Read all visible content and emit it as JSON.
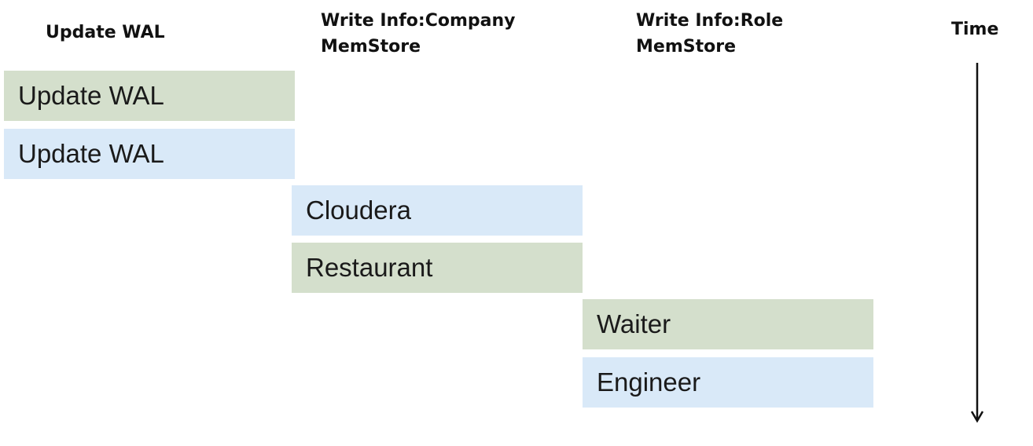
{
  "colors": {
    "green": "#d4dfcc",
    "blue": "#d9e9f8",
    "text": "#1a1a1a",
    "arrow": "#111111"
  },
  "headers": {
    "wal": "Update WAL",
    "company": "Write Info:Company\nMemStore",
    "role": "Write Info:Role\nMemStore",
    "time": "Time"
  },
  "blocks": [
    {
      "label": "Update WAL",
      "column": "wal",
      "color": "green"
    },
    {
      "label": "Update WAL",
      "column": "wal",
      "color": "blue"
    },
    {
      "label": "Cloudera",
      "column": "company",
      "color": "blue"
    },
    {
      "label": "Restaurant",
      "column": "company",
      "color": "green"
    },
    {
      "label": "Waiter",
      "column": "role",
      "color": "green"
    },
    {
      "label": "Engineer",
      "column": "role",
      "color": "blue"
    }
  ]
}
